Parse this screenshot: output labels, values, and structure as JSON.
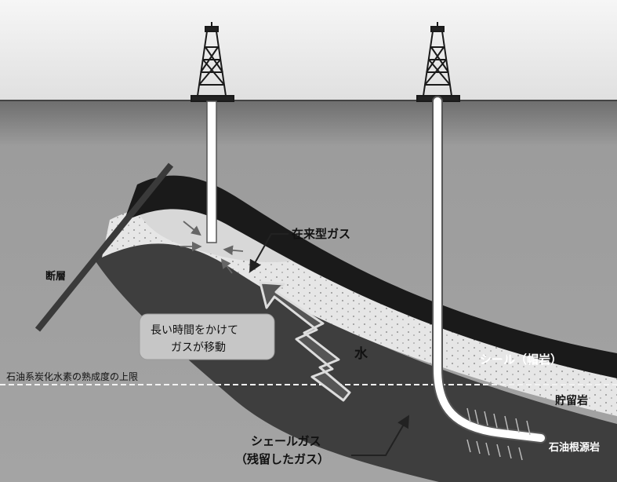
{
  "labels": {
    "conventional_gas": "在来型ガス",
    "fault": "断層",
    "migration_line1": "長い時間をかけて",
    "migration_line2": "ガスが移動",
    "water": "水",
    "seal": "シール（帽岩）",
    "reservoir": "貯留岩",
    "maturity_limit": "石油系炭化水素の熟成度の上限",
    "source_rock": "石油根源岩",
    "shale_gas_line1": "シェールガス",
    "shale_gas_line2": "（残留したガス）"
  },
  "colors": {
    "sky": "#efefef",
    "ground": "#9a9a9a",
    "seal_layer": "#1c1c1c",
    "reservoir_layer": "#e4e4e4",
    "source_layer": "#4a4a4a",
    "fault": "#3a3a3a",
    "migration_box": "#c8c8c8"
  }
}
